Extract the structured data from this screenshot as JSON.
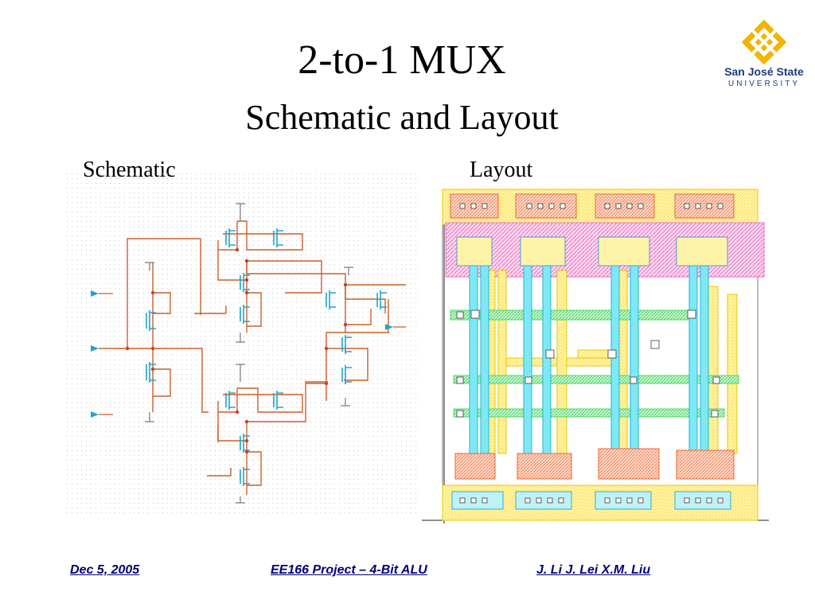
{
  "slide": {
    "title": "2-to-1 MUX",
    "subtitle": "Schematic and Layout"
  },
  "logo": {
    "name": "San José State",
    "sub": "UNIVERSITY",
    "colors": {
      "gold": "#f2b400",
      "navy": "#1d3c7c"
    }
  },
  "panels": {
    "schematic_label": "Schematic",
    "layout_label": "Layout"
  },
  "footer": {
    "date": "Dec 5, 2005",
    "project": "EE166 Project – 4-Bit ALU",
    "authors": "J. Li  J. Lei  X.M. Liu"
  },
  "colors": {
    "wire": "#c8602a",
    "device": "#21a5c9",
    "poly": "#52d86a",
    "metal": "#ffe14a",
    "diffusion": "#f48a6a",
    "well": "#f070c8",
    "contact_cyan": "#3fd8f0"
  }
}
